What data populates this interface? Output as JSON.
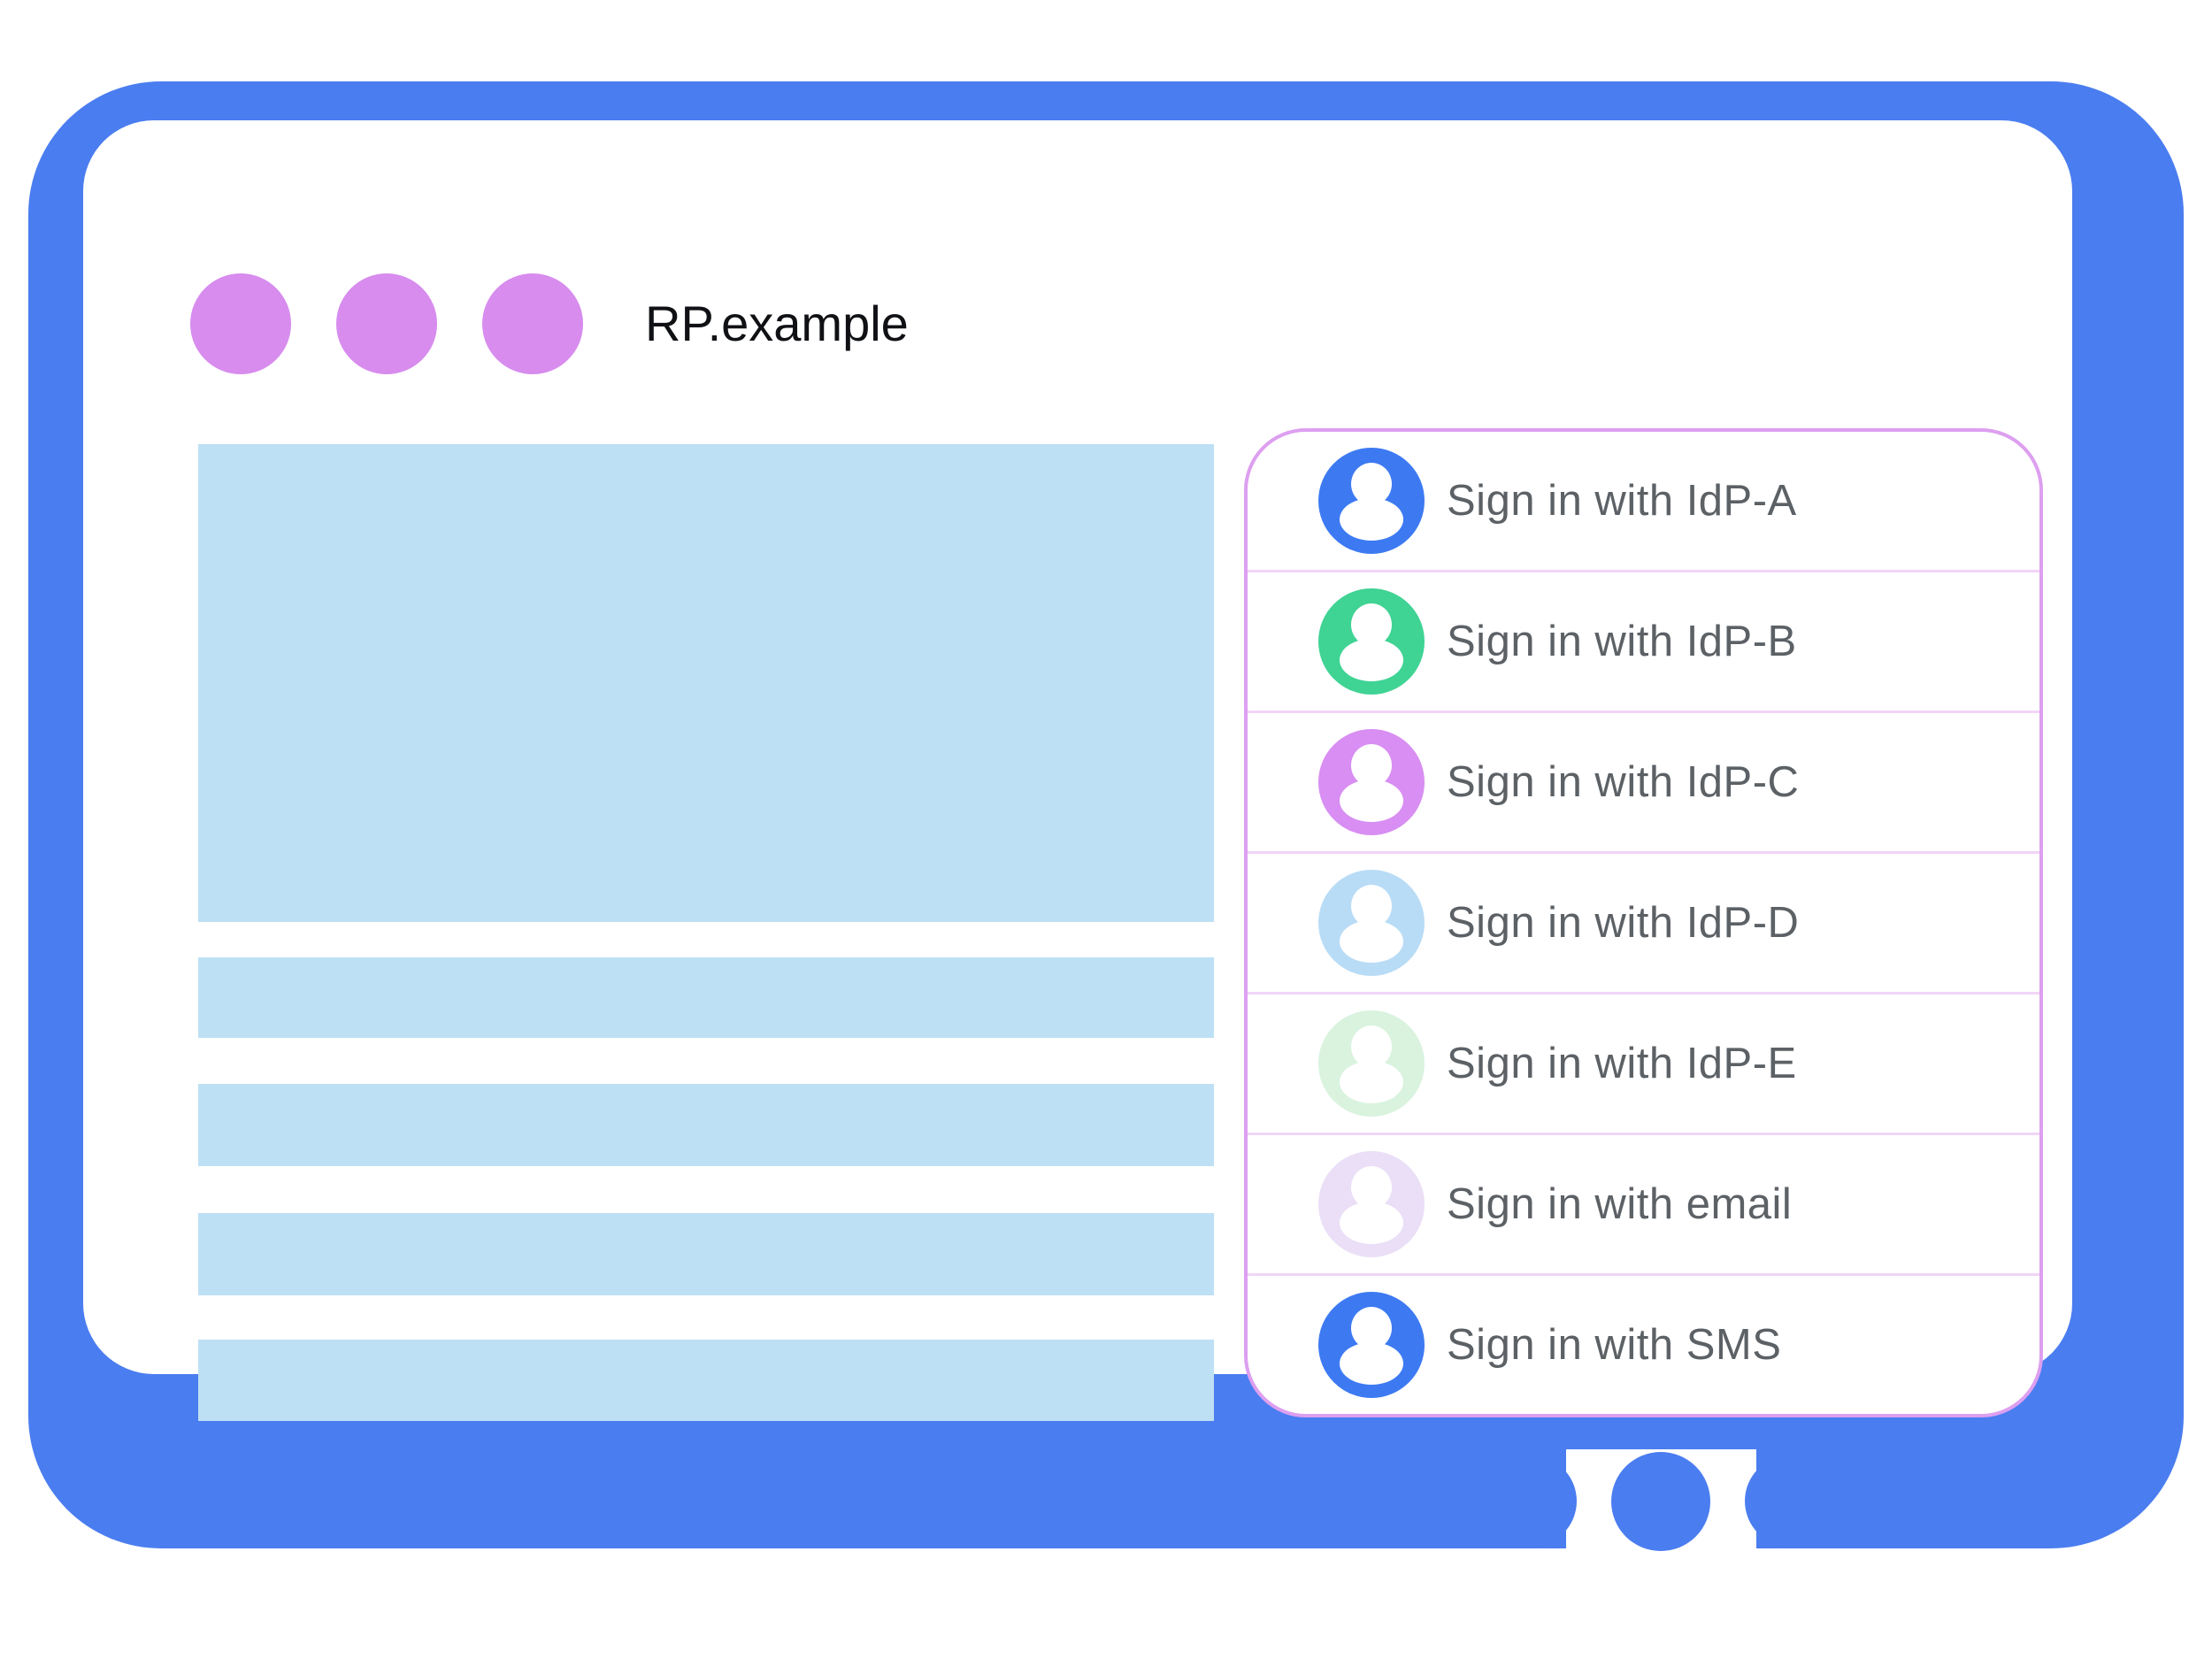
{
  "theme": {
    "frame_blue": "#4a7df0",
    "dot_purple": "#d78cee",
    "placeholder_blue": "#bee0f4",
    "panel_border": "#dd9ff0",
    "divider_pink": "#f1d5f7",
    "label_gray": "#5c6166",
    "title_black": "#101114"
  },
  "browser": {
    "title": "RP.example",
    "window_dots": [
      {
        "color": "#d78cee"
      },
      {
        "color": "#d78cee"
      },
      {
        "color": "#d78cee"
      }
    ]
  },
  "signin_panel": {
    "options": [
      {
        "id": "idp-a",
        "label": "Sign in with IdP-A",
        "color": "#3d7af2"
      },
      {
        "id": "idp-b",
        "label": "Sign in with IdP-B",
        "color": "#3fd394"
      },
      {
        "id": "idp-c",
        "label": "Sign in with IdP-C",
        "color": "#d88ef2"
      },
      {
        "id": "idp-d",
        "label": "Sign in with IdP-D",
        "color": "#b9dcf6"
      },
      {
        "id": "idp-e",
        "label": "Sign in with IdP-E",
        "color": "#d9f3de"
      },
      {
        "id": "email",
        "label": "Sign in with email",
        "color": "#eadff7"
      },
      {
        "id": "sms",
        "label": "Sign in with SMS",
        "color": "#3d7af2"
      }
    ]
  }
}
